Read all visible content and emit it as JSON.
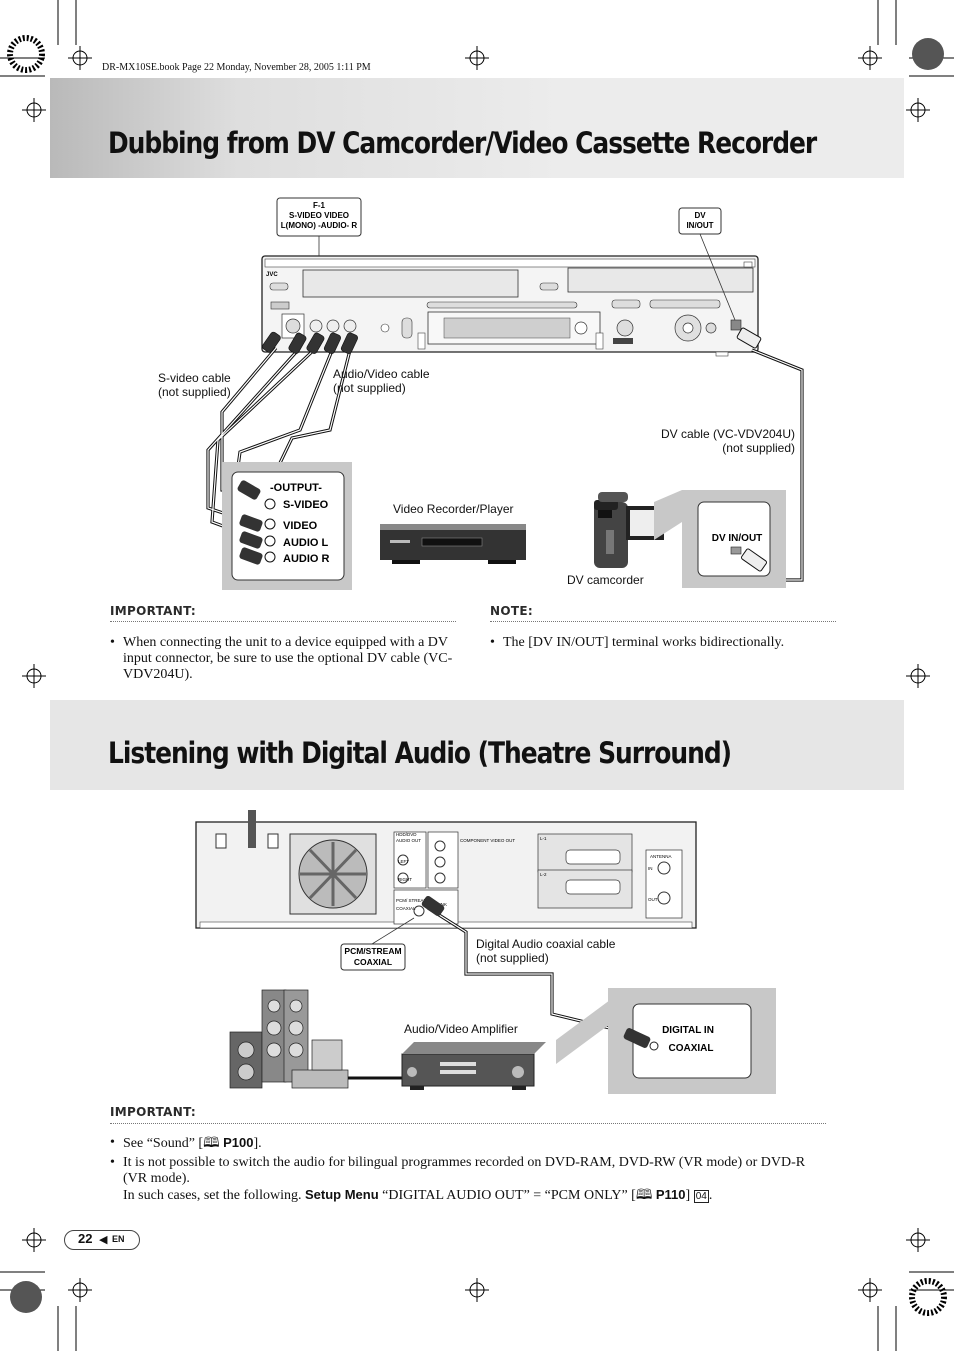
{
  "header": {
    "book_line": "DR-MX10SE.book  Page 22  Monday, November 28, 2005  1:11 PM"
  },
  "section1": {
    "title": "Dubbing from DV Camcorder/Video Cassette Recorder",
    "diagram": {
      "f1_box": [
        "F-1",
        "S-VIDEO VIDEO",
        "L(MONO) -AUDIO- R"
      ],
      "dv_box": [
        "DV",
        "IN/OUT"
      ],
      "brand": "JVC",
      "svideo_cable": [
        "S-video cable",
        "(not supplied)"
      ],
      "av_cable": [
        "Audio/Video cable",
        "(not supplied)"
      ],
      "dv_cable": [
        "DV cable (VC-VDV204U)",
        "(not supplied)"
      ],
      "output_panel": [
        "-OUTPUT-",
        "S-VIDEO",
        "VIDEO",
        "AUDIO L",
        "AUDIO R"
      ],
      "vcr_label": "Video Recorder/Player",
      "camcorder_label": "DV camcorder",
      "dv_inout_label": "DV IN/OUT"
    },
    "important_heading": "IMPORTANT:",
    "important_text": "When connecting the unit to a device equipped with a DV input connector, be sure to use the optional DV cable (VC-VDV204U).",
    "note_heading": "NOTE:",
    "note_text": "The [DV IN/OUT] terminal works bidirectionally."
  },
  "section2": {
    "title": "Listening with Digital Audio (Theatre Surround)",
    "diagram": {
      "pcm_box": [
        "PCM/STREAM",
        "COAXIAL"
      ],
      "coax_cable": [
        "Digital Audio coaxial cable",
        "(not supplied)"
      ],
      "amp_label": "Audio/Video Amplifier",
      "digital_in": [
        "DIGITAL IN",
        "COAXIAL"
      ],
      "rear_labels": [
        "HDD/DVD",
        "AUDIO OUT",
        "LEFT",
        "RIGHT",
        "COMPONENT VIDEO OUT",
        "L-1",
        "L-2",
        "ANTENNA",
        "IN",
        "OUT",
        "PCM/ STREAM",
        "COAXIAL",
        "G-LINK"
      ]
    },
    "important_heading": "IMPORTANT:",
    "bullet1": {
      "pre": "See “Sound” [",
      "ref": "P100",
      "post": "]."
    },
    "bullet2_line1": "It is not possible to switch the audio for bilingual programmes recorded on DVD-RAM, DVD-RW (VR mode) or DVD-R (VR mode).",
    "bullet2_line2": {
      "pre": "In such cases, set the following. ",
      "menu": "Setup Menu",
      "mid": " “DIGITAL AUDIO OUT” = “PCM ONLY” [",
      "ref": "P110",
      "post": "] ",
      "tag": "04",
      "end": "."
    }
  },
  "footer": {
    "page_number": "22",
    "arrow": "◀",
    "lang": "EN"
  }
}
